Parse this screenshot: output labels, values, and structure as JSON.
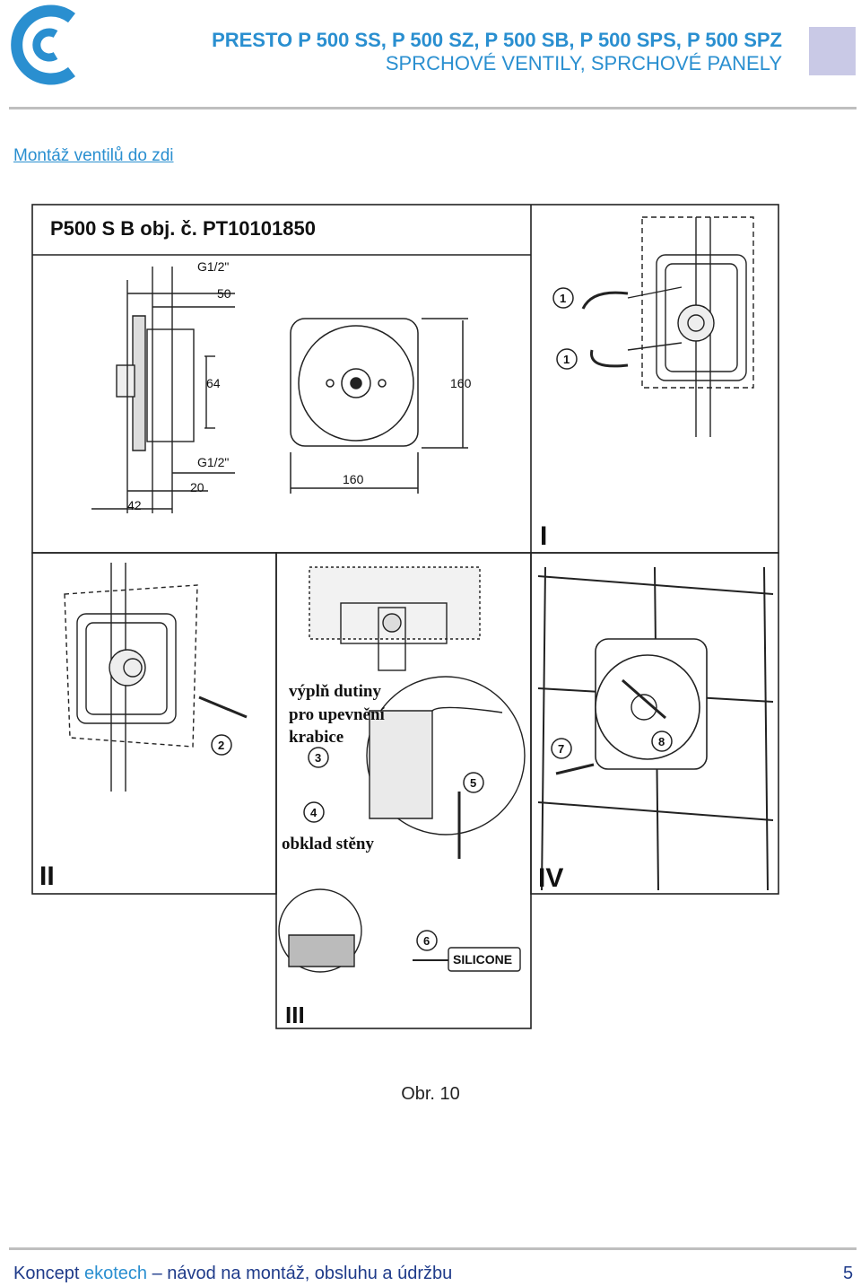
{
  "header": {
    "title_line1": "PRESTO P 500 SS, P 500 SZ, P 500 SB, P 500 SPS, P 500 SPZ",
    "title_line2": "SPRCHOVÉ VENTILY, SPRCHOVÉ PANELY"
  },
  "section_heading": "Montáž ventilů do zdi",
  "figure": {
    "product_label": "P500 S B obj. č. PT10101850",
    "dimensions": {
      "g_top": "G1/2\"",
      "d50": "50",
      "d64": "64",
      "g_bottom": "G1/2\"",
      "d20": "20",
      "d42": "42",
      "d160_h": "160",
      "d160_v": "160"
    },
    "callouts": [
      "1",
      "1",
      "2",
      "3",
      "4",
      "5",
      "6",
      "7",
      "8"
    ],
    "panels": [
      "I",
      "II",
      "III",
      "IV"
    ],
    "annotation_lines": [
      "výplň dutiny",
      "pro upevnění",
      "krabice"
    ],
    "wall_label": "obklad stěny",
    "silicone_label": "SILICONE"
  },
  "caption": "Obr. 10",
  "footer": {
    "prefix": "Koncept ",
    "brand": "ekotech",
    "suffix": " – návod na montáž, obsluhu a údržbu",
    "page_number": "5"
  },
  "colors": {
    "accent": "#2a8fd0",
    "footer_text": "#1f3b8a",
    "corner_box": "#c9c9e6",
    "rule": "#bfbfbf"
  }
}
